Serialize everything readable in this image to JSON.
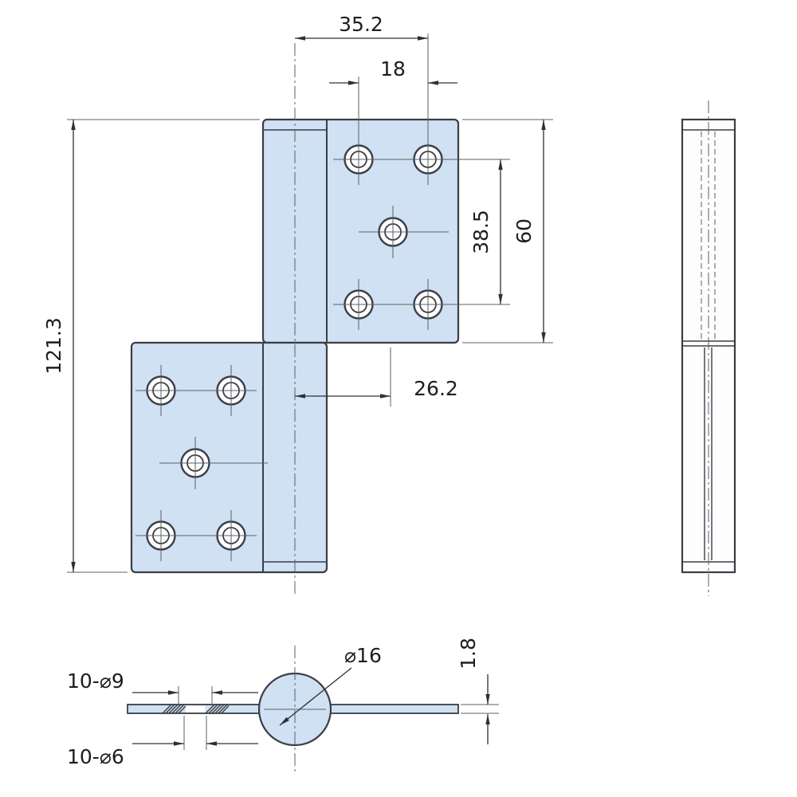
{
  "drawing": {
    "type": "hinge-technical-drawing",
    "colors": {
      "background": "#ffffff",
      "plate_fill": "#cfe1f3",
      "outline": "#3b3e44",
      "dimension": "#2e3033",
      "text": "#1c1e21"
    }
  },
  "dimensions": {
    "top_width": "35.2",
    "top_hole_spacing": "18",
    "vertical_hole_pitch": "38.5",
    "leaf_height": "60",
    "total_height": "121.3",
    "center_hole_offset": "26.2",
    "countersink_callout": "10-⌀9",
    "through_hole_callout": "10-⌀6",
    "knuckle_diameter": "⌀16",
    "plate_thickness": "1.8"
  }
}
